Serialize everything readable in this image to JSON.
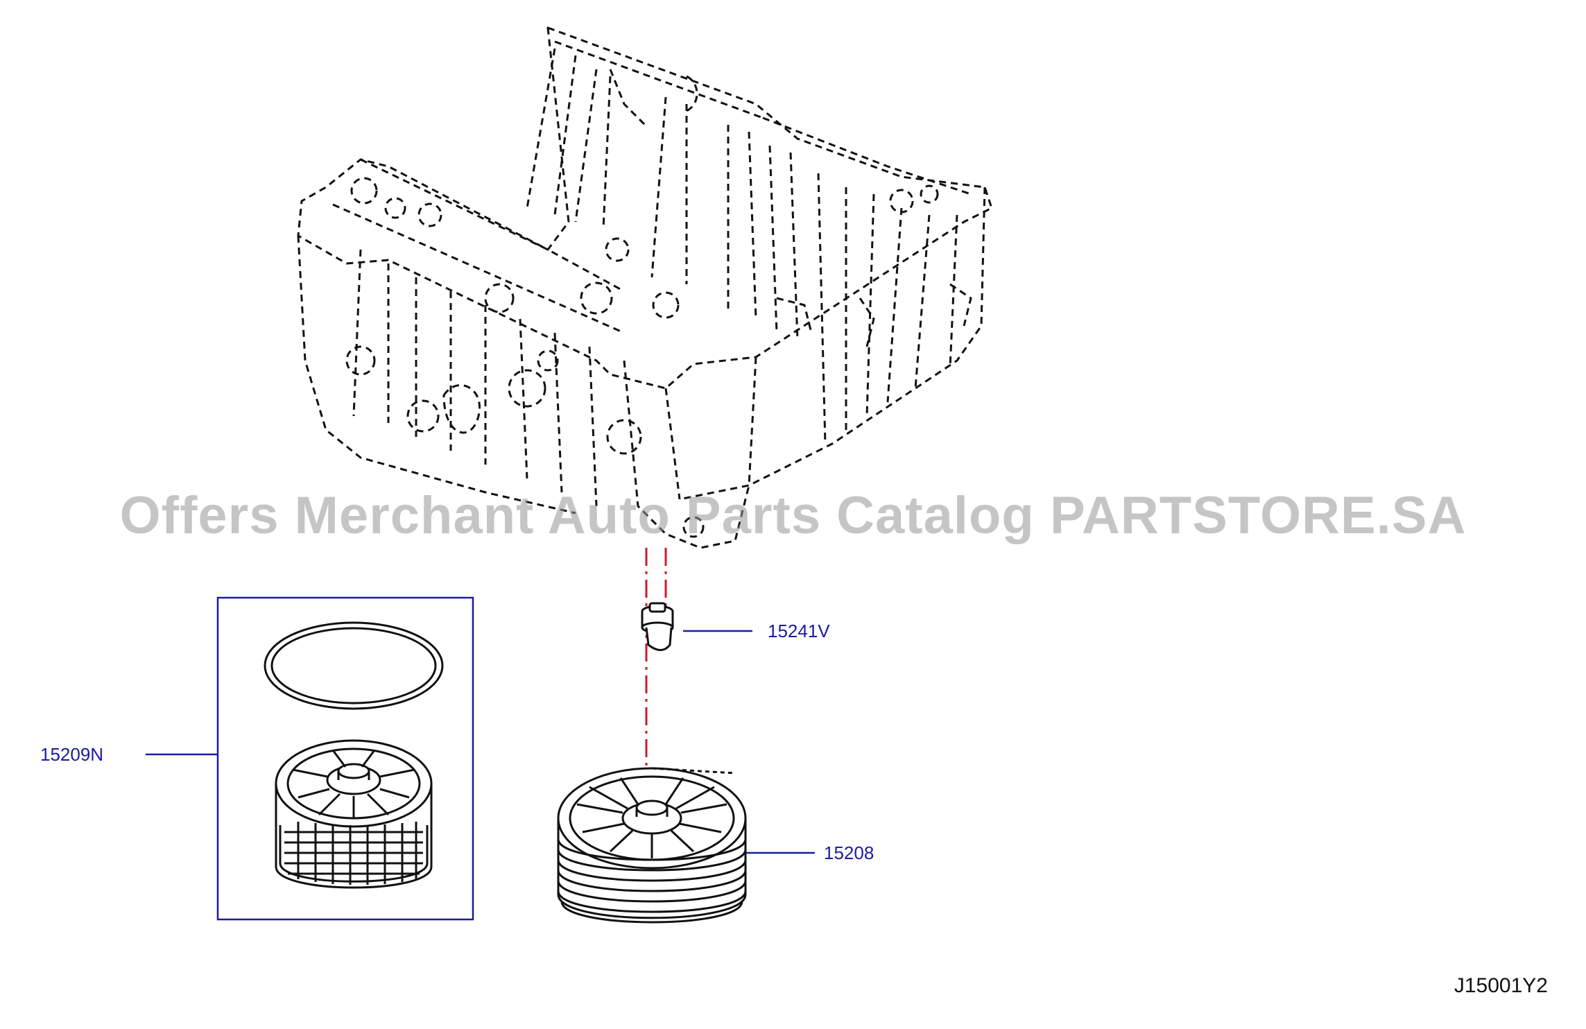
{
  "diagram": {
    "watermark": "Offers Merchant Auto Parts Catalog PARTSTORE.SA",
    "diagram_id": "J15001Y2",
    "colors": {
      "callout": "#1a1aa6",
      "centerline": "#cc1a2a",
      "line": "#111111"
    },
    "callouts": {
      "relief_valve": "15241V",
      "filter_kit": "15209N",
      "oil_filter": "15208"
    }
  }
}
